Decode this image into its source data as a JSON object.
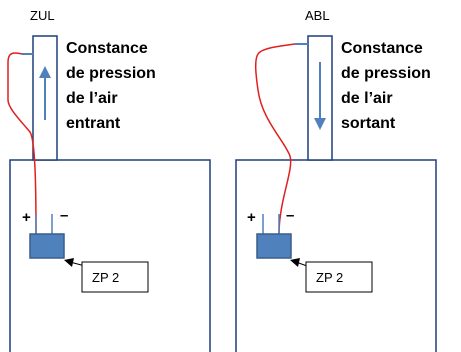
{
  "panels": [
    {
      "duct_label": "ZUL",
      "description": [
        "Constance",
        "de pression",
        "de l’air",
        "entrant"
      ],
      "arrow_direction": "up",
      "plus": "+",
      "minus": "–",
      "sensor_label": "ZP 2"
    },
    {
      "duct_label": "ABL",
      "description": [
        "Constance",
        "de pression",
        "de l’air",
        "sortant"
      ],
      "arrow_direction": "down",
      "plus": "+",
      "minus": "–",
      "sensor_label": "ZP 2"
    }
  ],
  "colors": {
    "outline": "#1f3f7a",
    "arrow": "#4f81bd",
    "sensor_fill": "#4f81bd",
    "tube": "#e02020"
  }
}
